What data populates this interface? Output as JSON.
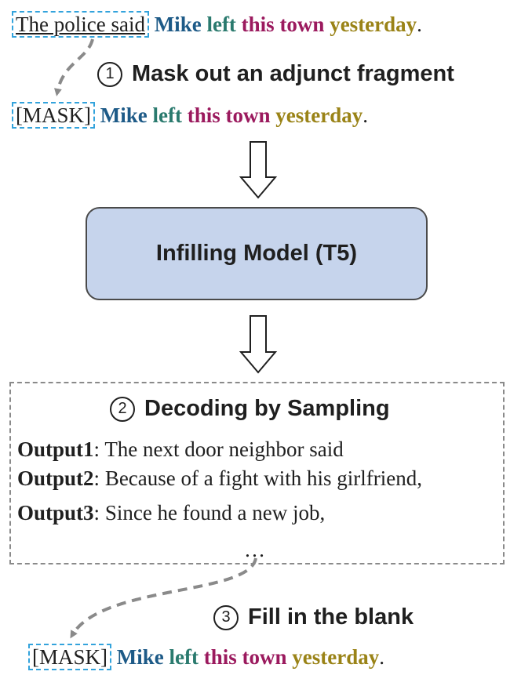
{
  "step1": {
    "number": "①",
    "text": "Mask out an adjunct fragment"
  },
  "original_sentence": {
    "adjunct": "The police said",
    "mike": "Mike",
    "left": "left",
    "this_town": "this town",
    "yesterday": "yesterday",
    "period": "."
  },
  "masked_sentence": {
    "mask": "[MASK]",
    "mike": "Mike",
    "left": "left",
    "this_town": "this town",
    "yesterday": "yesterday",
    "period": "."
  },
  "model": {
    "label": "Infilling Model (T5)"
  },
  "step2": {
    "number": "②",
    "text": "Decoding by Sampling"
  },
  "outputs": [
    {
      "label": "Output1",
      "sep": ": ",
      "text": "The next door neighbor said"
    },
    {
      "label": "Output2",
      "sep": ": ",
      "text": "Because of a fight with his girlfriend,"
    },
    {
      "label": "Output3",
      "sep": ": ",
      "text": "Since he found a new job,"
    }
  ],
  "ellipsis": "…",
  "step3": {
    "number": "③",
    "text": "Fill in the blank"
  },
  "final_sentence": {
    "mask": "[MASK]",
    "mike": "Mike",
    "left": "left",
    "this_town": "this town",
    "yesterday": "yesterday",
    "period": "."
  },
  "colors": {
    "mike": "#1d5a87",
    "left": "#2a7a6e",
    "this_town": "#9b1a5e",
    "yesterday": "#9a8317",
    "mask_border": "#33a3dc",
    "model_fill": "#c6d4ec",
    "arrow_dash": "#8a8a8a"
  }
}
